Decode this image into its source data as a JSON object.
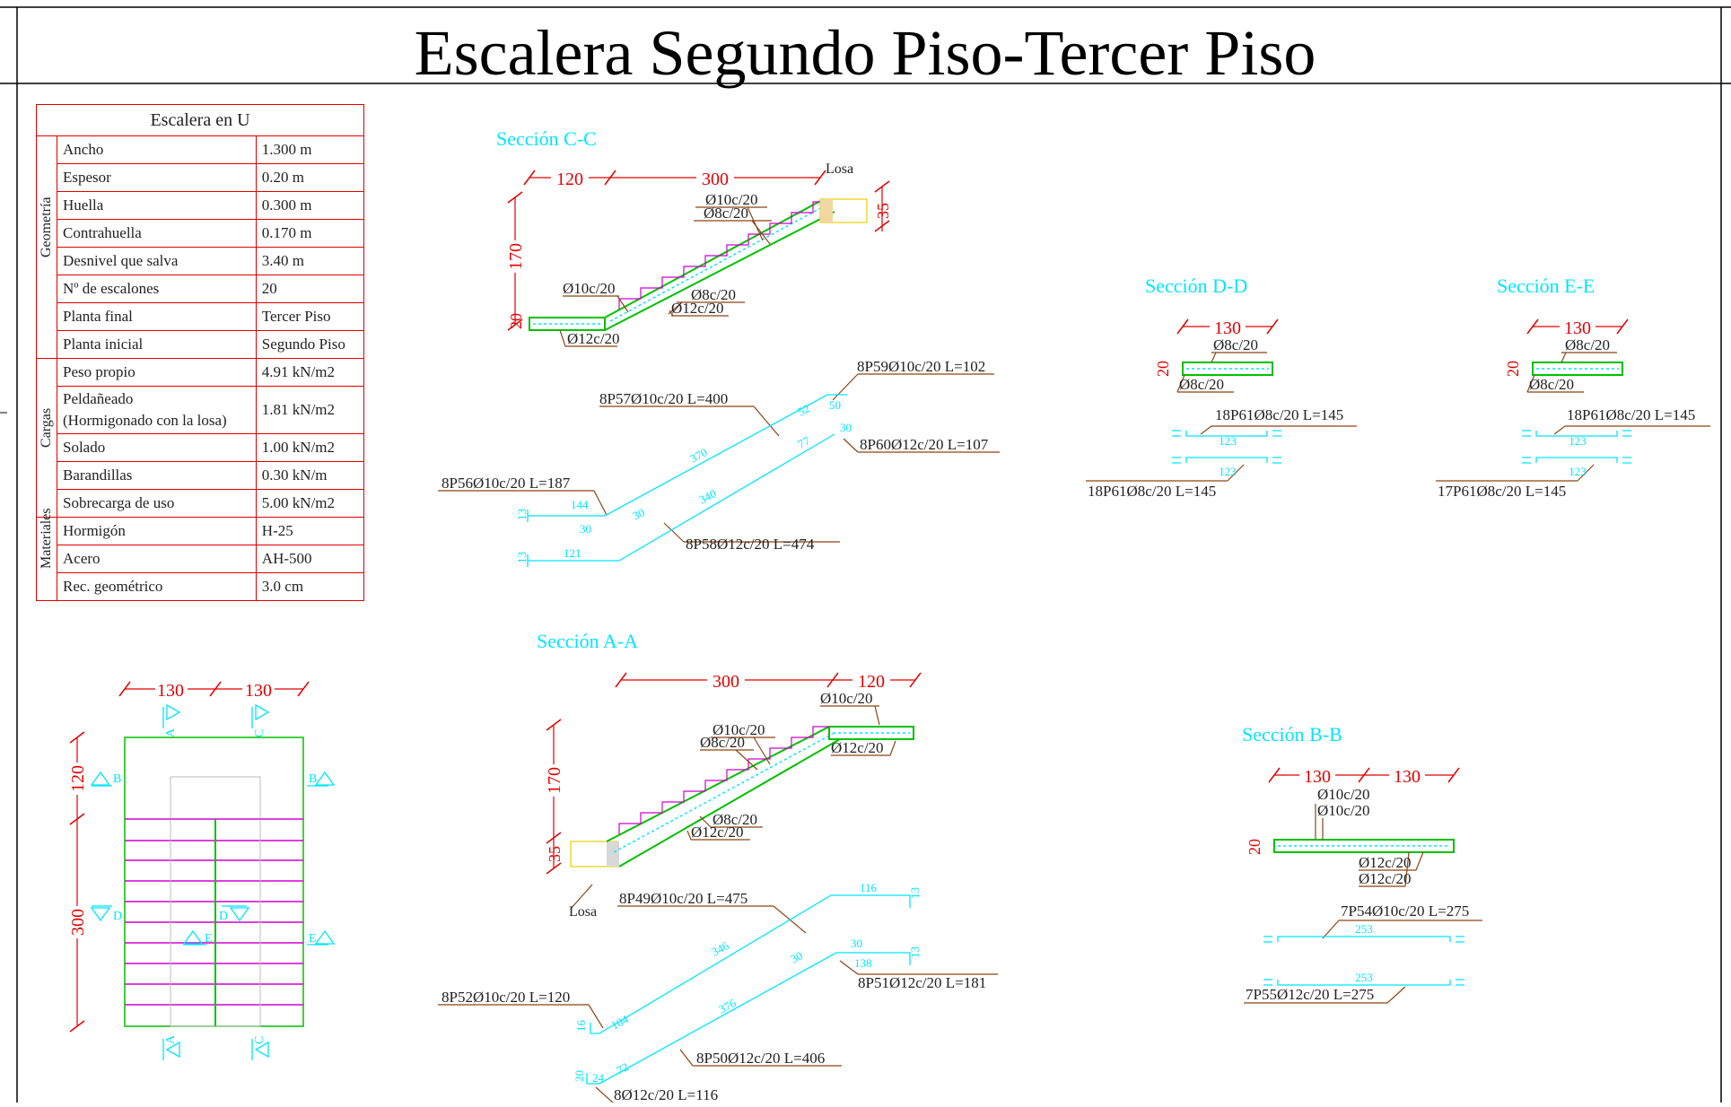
{
  "title": "Escalera Segundo Piso-Tercer Piso",
  "table": {
    "header": "Escalera en U",
    "groups": [
      {
        "name": "Geometría",
        "rows": [
          {
            "label": "Ancho",
            "value": "1.300 m"
          },
          {
            "label": "Espesor",
            "value": "0.20 m"
          },
          {
            "label": "Huella",
            "value": "0.300 m"
          },
          {
            "label": "Contrahuella",
            "value": "0.170 m"
          },
          {
            "label": "Desnivel que salva",
            "value": "3.40 m"
          },
          {
            "label": "Nº de escalones",
            "value": "20"
          },
          {
            "label": "Planta final",
            "value": "Tercer Piso"
          },
          {
            "label": "Planta inicial",
            "value": "Segundo Piso"
          }
        ]
      },
      {
        "name": "Cargas",
        "rows": [
          {
            "label": "Peso propio",
            "value": "4.91 kN/m2"
          },
          {
            "label": "Peldañeado",
            "label2": "(Hormigonado con la losa)",
            "value": "1.81 kN/m2"
          },
          {
            "label": "Solado",
            "value": "1.00 kN/m2"
          },
          {
            "label": "Barandillas",
            "value": "0.30 kN/m"
          },
          {
            "label": "Sobrecarga de uso",
            "value": "5.00 kN/m2"
          }
        ]
      },
      {
        "name": "Materiales",
        "rows": [
          {
            "label": "Hormigón",
            "value": "H-25"
          },
          {
            "label": "Acero",
            "value": "AH-500"
          },
          {
            "label": "Rec. geométrico",
            "value": "3.0 cm"
          }
        ]
      }
    ]
  },
  "colors": {
    "dim": "#e00000",
    "section": "#00e5ff",
    "leader": "#8b4513",
    "slab": "#00c000",
    "stair": "#d000d0",
    "yellow": "#e8d000"
  },
  "plan": {
    "dims_top": [
      "130",
      "130"
    ],
    "dims_left": [
      "120",
      "300"
    ],
    "marks": {
      "a": "A",
      "b": "B",
      "c": "C",
      "d": "D",
      "e": "E"
    }
  },
  "section_cc": {
    "title": "Sección C-C",
    "dims": {
      "d120": "120",
      "d300": "300",
      "d170": "170",
      "d35": "35",
      "d20": "20"
    },
    "losa": "Losa",
    "labels": {
      "top1": "Ø10c/20",
      "top2": "Ø8c/20",
      "low1": "Ø10c/20",
      "low2": "Ø8c/20",
      "low3": "Ø12c/20",
      "land": "Ø12c/20"
    },
    "bars": {
      "p59": "8P59Ø10c/20 L=102",
      "p57": "8P57Ø10c/20 L=400",
      "p60": "8P60Ø12c/20 L=107",
      "p56": "8P56Ø10c/20 L=187",
      "p58": "8P58Ø12c/20 L=474"
    },
    "nums": {
      "n50": "50",
      "n52": "52",
      "n30a": "30",
      "n77": "77",
      "n370": "370",
      "n340": "340",
      "n144": "144",
      "n30b": "30",
      "n30c": "30",
      "n13a": "13",
      "n121": "121",
      "n13b": "13"
    }
  },
  "section_dd": {
    "title": "Sección D-D",
    "dims": {
      "d130": "130",
      "d20": "20"
    },
    "labels": {
      "top": "Ø8c/20",
      "bot": "Ø8c/20"
    },
    "bars": {
      "top": "18P61Ø8c/20 L=145",
      "bot": "18P61Ø8c/20 L=145"
    },
    "nums": {
      "a": "123",
      "b": "123"
    }
  },
  "section_ee": {
    "title": "Sección E-E",
    "dims": {
      "d130": "130",
      "d20": "20"
    },
    "labels": {
      "top": "Ø8c/20",
      "bot": "Ø8c/20"
    },
    "bars": {
      "top": "18P61Ø8c/20 L=145",
      "bot": "17P61Ø8c/20 L=145"
    },
    "nums": {
      "a": "123",
      "b": "123"
    }
  },
  "section_aa": {
    "title": "Sección A-A",
    "dims": {
      "d300": "300",
      "d120": "120",
      "d170": "170",
      "d35": "35"
    },
    "losa": "Losa",
    "labels": {
      "top1": "Ø10c/20",
      "mid1": "Ø10c/20",
      "mid2": "Ø8c/20",
      "land": "Ø12c/20",
      "low1": "Ø8c/20",
      "low2": "Ø12c/20"
    },
    "bars": {
      "p49": "8P49Ø10c/20 L=475",
      "p52": "8P52Ø10c/20 L=120",
      "p51": "8P51Ø12c/20 L=181",
      "p50": "8P50Ø12c/20 L=406",
      "p8": "8Ø12c/20 L=116"
    },
    "nums": {
      "n116": "116",
      "n13a": "13",
      "n346": "346",
      "n30a": "30",
      "n30b": "30",
      "n138": "138",
      "n13b": "13",
      "n376": "376",
      "n104": "104",
      "n16": "16",
      "n72": "72",
      "n20": "20",
      "n24": "24"
    }
  },
  "section_bb": {
    "title": "Sección B-B",
    "dims": {
      "d130a": "130",
      "d130b": "130",
      "d20": "20"
    },
    "labels": {
      "t1": "Ø10c/20",
      "t2": "Ø10c/20",
      "b1": "Ø12c/20",
      "b2": "Ø12c/20"
    },
    "bars": {
      "p54": "7P54Ø10c/20 L=275",
      "p55": "7P55Ø12c/20 L=275"
    },
    "nums": {
      "a": "253",
      "b": "253"
    }
  }
}
